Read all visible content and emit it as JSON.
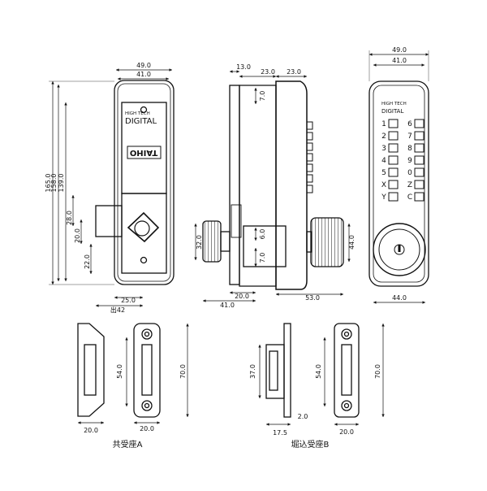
{
  "front_view_left": {
    "brand_line1": "HIGH TECH",
    "brand_line2": "DIGITAL",
    "logo_text": "TAIHO",
    "dims": {
      "outer_width": "49.0",
      "inner_width": "41.0",
      "height_total": "165.0",
      "height_158": "158.0",
      "height_139": "139.0",
      "d28": "28.0",
      "d20": "20.0",
      "d22": "22.0",
      "d25": "25.0",
      "exit": "出42"
    }
  },
  "side_view": {
    "dims": {
      "top13": "13.0",
      "top23a": "23.0",
      "top23b": "23.0",
      "d7top": "7.0",
      "d6": "6.0",
      "d7bot": "7.0",
      "d32": "32.0",
      "d44": "44.0",
      "d20": "20.0",
      "d41": "41.0",
      "d53": "53.0"
    }
  },
  "front_view_right": {
    "brand_line1": "HIGH TECH",
    "brand_line2": "DIGITAL",
    "keypad": [
      [
        "1",
        "6"
      ],
      [
        "2",
        "7"
      ],
      [
        "3",
        "8"
      ],
      [
        "4",
        "9"
      ],
      [
        "5",
        "0"
      ],
      [
        "X",
        "Z"
      ],
      [
        "Y",
        "C"
      ]
    ],
    "dims": {
      "outer_width": "49.0",
      "inner_width": "41.0",
      "bottom_width": "44.0"
    }
  },
  "strike_a": {
    "label": "共受座A",
    "dims": {
      "d54": "54.0",
      "d70": "70.0",
      "d20a": "20.0",
      "d20b": "20.0"
    }
  },
  "strike_b": {
    "label": "堀込受座B",
    "dims": {
      "d37": "37.0",
      "d54": "54.0",
      "d70": "70.0",
      "d2": "2.0",
      "d17_5": "17.5",
      "d20": "20.0"
    }
  }
}
